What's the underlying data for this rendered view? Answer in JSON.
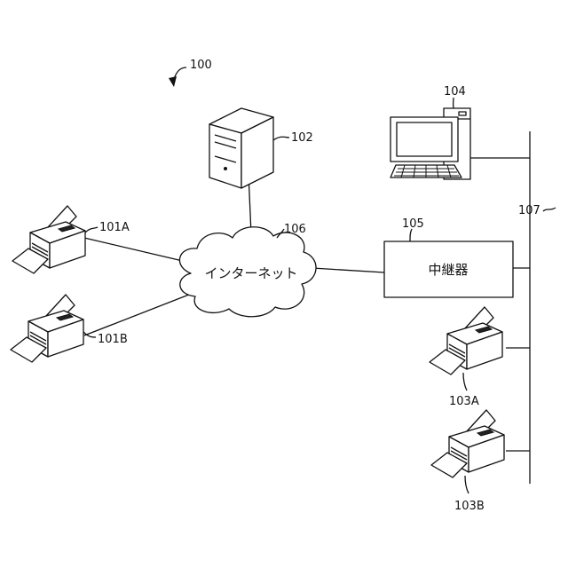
{
  "diagram": {
    "figure_ref": "100",
    "internet": {
      "ref": "106",
      "label": "インターネット"
    },
    "server": {
      "ref": "102"
    },
    "computer": {
      "ref": "104"
    },
    "relay": {
      "ref": "105",
      "label": "中継器"
    },
    "bus": {
      "ref": "107"
    },
    "printers": [
      {
        "ref": "101A"
      },
      {
        "ref": "101B"
      },
      {
        "ref": "103A"
      },
      {
        "ref": "103B"
      }
    ]
  }
}
